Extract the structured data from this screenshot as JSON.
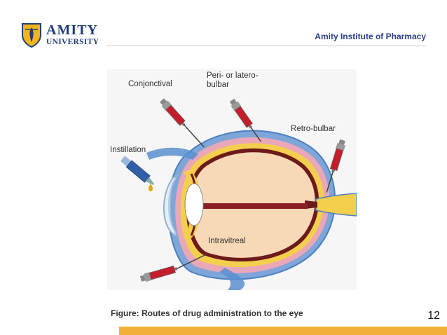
{
  "logo": {
    "word1": "AMITY",
    "word2": "UNIVERSITY"
  },
  "header": {
    "institute": "Amity Institute of Pharmacy"
  },
  "figure": {
    "labels": {
      "conjonctival": "Conjonctival",
      "peri_line1": "Peri- or latero-",
      "peri_line2": "bulbar",
      "retro": "Retro-bulbar",
      "instillation": "Instillation",
      "intravitreal": "Intravitreal"
    }
  },
  "caption": "Figure: Routes of drug administration to the eye",
  "page_number": "12",
  "colors": {
    "brand_navy": "#1f3e7a",
    "footer_accent": "#f0b03a",
    "syringe_red": "#c41e2a",
    "dropper_blue": "#2f5fa8"
  }
}
